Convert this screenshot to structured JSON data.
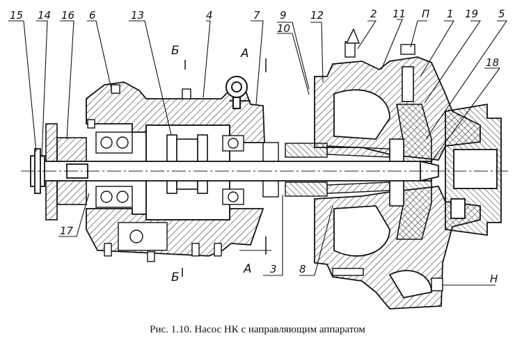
{
  "callouts": {
    "c15": "15",
    "c14": "14",
    "c16": "16",
    "c6": "6",
    "c13": "13",
    "c4": "4",
    "c7": "7",
    "c9": "9",
    "c10": "10",
    "c12": "12",
    "c2": "2",
    "c11": "11",
    "cP": "П",
    "c1": "1",
    "c19": "19",
    "c5": "5",
    "c18": "18",
    "c17": "17",
    "c3": "3",
    "c8": "8",
    "cN": "Н"
  },
  "sections": {
    "a_top": "А",
    "a_bottom": "А",
    "b_top": "Б",
    "b_bottom": "Б"
  },
  "caption": "Рис. 1.10. Насос НК  с направляющим аппаратом"
}
